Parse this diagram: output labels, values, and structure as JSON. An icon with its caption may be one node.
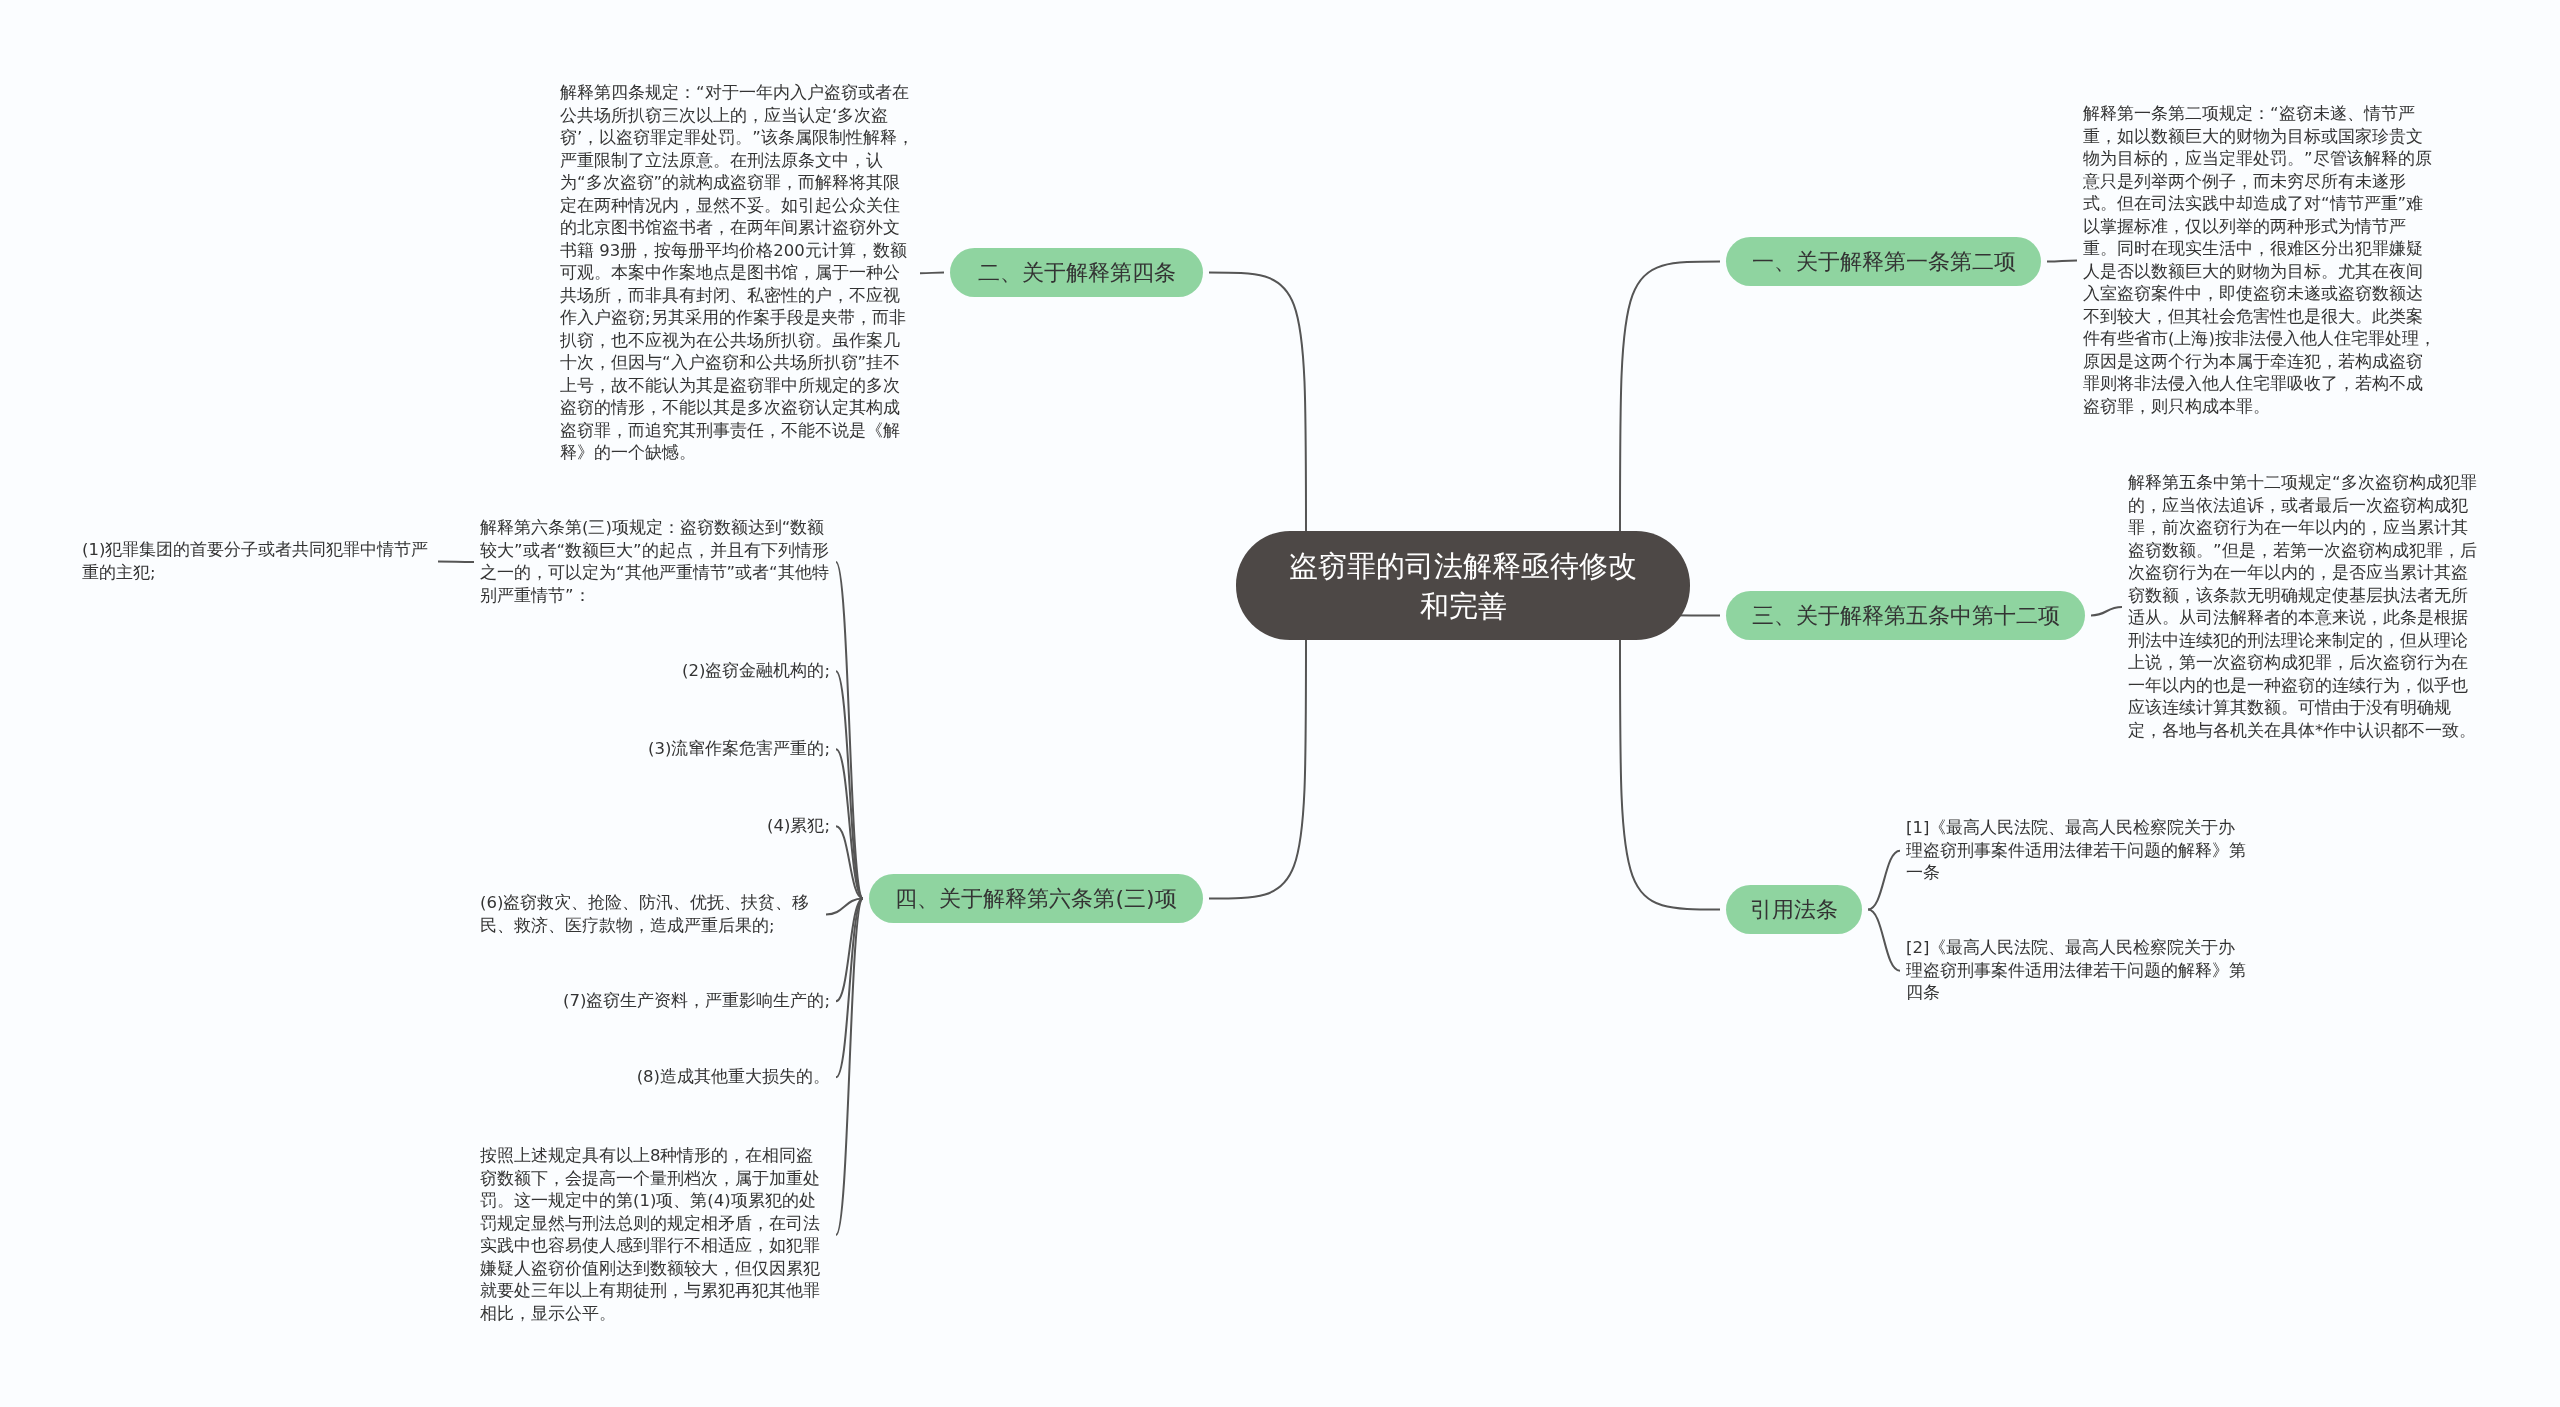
{
  "diagram": {
    "nodes": [
      {
        "text": [
          "盗窃罪的司法解释亟待修改和完善"
        ]
      },
      {
        "text": [
          "二、关于解释第四条"
        ]
      },
      {
        "text": [
          "解释第四条规定：“对于一年内入户盗窃或者在公共场所扒窃三次以上的，应当认定‘多次盗窃’，以盗窃罪定罪处罚。”该条属限制性解释，严重限制了立法原意。在刑法原条文中，认为“多次盗窃”的就构成盗窃罪，而解释将其限定在两种情况内，显然不妥。如引起公众关住的北京图书馆盗书者，在两年间累计盗窃外文书籍 93册，按每册平均价格200元计算，数额可观。本案中作案地点是图书馆，属于一种公共场所，而非具有封闭、私密性的户，不应视作入户盗窃;另其采用的作案手段是夹带，而非扒窃，也不应视为在公共场所扒窃。虽作案几十次，但因与“入户盗窃和公共场所扒窃”挂不上号，故不能认为其是盗窃罪中所规定的多次盗窃的情形，不能以其是多次盗窃认定其构成盗窃罪，而追究其刑事责任，不能不说是《解释》的一个缺憾。"
        ]
      },
      {
        "text": [
          "一、关于解释第一条第二项"
        ]
      },
      {
        "text": [
          "解释第一条第二项规定：“盗窃未遂、情节严重，如以数额巨大的财物为目标或国家珍贵文物为目标的，应当定罪处罚。”尽管该解释的原意只是列举两个例子，而未穷尽所有未遂形式。但在司法实践中却造成了对“情节严重”难以掌握标准，仅以列举的两种形式为情节严重。同时在现实生活中，很难区分出犯罪嫌疑人是否以数额巨大的财物为目标。尤其在夜间入室盗窃案件中，即使盗窃未遂或盗窃数额达不到较大，但其社会危害性也是很大。此类案件有些省市(上海)按非法侵入他人住宅罪处理，原因是这两个行为本属于牵连犯，若构成盗窃罪则将非法侵入他人住宅罪吸收了，若构不成盗窃罪，则只构成本罪。"
        ]
      },
      {
        "text": [
          "三、关于解释第五条中第十二项"
        ]
      },
      {
        "text": [
          "解释第五条中第十二项规定“多次盗窃构成犯罪的，应当依法追诉，或者最后一次盗窃构成犯罪，前次盗窃行为在一年以内的，应当累计其盗窃数额。”但是，若第一次盗窃构成犯罪，后次盗窃行为在一年以内的，是否应当累计其盗窃数额，该条款无明确规定使基层执法者无所适从。从司法解释者的本意来说，此条是根据刑法中连续犯的刑法理论来制定的，但从理论上说，第一次盗窃构成犯罪，后次盗窃行为在一年以内的也是一种盗窃的连续行为，似乎也应该连续计算其数额。可惜由于没有明确规定，各地与各机关在具体*作中认识都不一致。"
        ]
      },
      {
        "text": [
          "引用法条"
        ]
      },
      {
        "text": [
          "[1]《最高人民法院、最高人民检察院关于办理盗窃刑事案件适用法律若干问题的解释》第一条"
        ]
      },
      {
        "text": [
          "[2]《最高人民法院、最高人民检察院关于办理盗窃刑事案件适用法律若干问题的解释》第四条"
        ]
      },
      {
        "text": [
          "四、关于解释第六条第(三)项"
        ]
      },
      {
        "text": [
          "解释第六条第(三)项规定：盗窃数额达到“数额较大”或者“数额巨大”的起点，并且有下列情形之一的，可以定为“其他严重情节”或者“其他特别严重情节”："
        ]
      },
      {
        "text": [
          "(1)犯罪集团的首要分子或者共同犯罪中情节严重的主犯;"
        ]
      },
      {
        "text": [
          "(2)盗窃金融机构的;"
        ]
      },
      {
        "text": [
          "(3)流窜作案危害严重的;"
        ]
      },
      {
        "text": [
          "(4)累犯;"
        ]
      },
      {
        "text": [
          "(6)盗窃救灾、抢险、防汛、优抚、扶贫、移民、救济、医疗款物，造成严重后果的;"
        ]
      },
      {
        "text": [
          "(7)盗窃生产资料，严重影响生产的;"
        ]
      },
      {
        "text": [
          "(8)造成其他重大损失的。"
        ]
      },
      {
        "text": [
          "按照上述规定具有以上8种情形的，在相同盗窃数额下，会提高一个量刑档次，属于加重处罚。这一规定中的第(1)项、第(4)项累犯的处罚规定显然与刑法总则的规定相矛盾，在司法实践中也容易使人感到罪行不相适应，如犯罪嫌疑人盗窃价值刚达到数额较大，但仅因累犯就要处三年以上有期徒刑，与累犯再犯其他罪相比，显示公平。"
        ]
      }
    ],
    "edges": [
      {
        "from": 0,
        "to": 1,
        "arrow": "none"
      },
      {
        "from": 1,
        "to": 2,
        "arrow": "none"
      },
      {
        "from": 0,
        "to": 3,
        "arrow": "none"
      },
      {
        "from": 3,
        "to": 4,
        "arrow": "none"
      },
      {
        "from": 0,
        "to": 5,
        "arrow": "none"
      },
      {
        "from": 5,
        "to": 6,
        "arrow": "none"
      },
      {
        "from": 0,
        "to": 7,
        "arrow": "none"
      },
      {
        "from": 7,
        "to": 8,
        "arrow": "none"
      },
      {
        "from": 7,
        "to": 9,
        "arrow": "none"
      },
      {
        "from": 0,
        "to": 10,
        "arrow": "none"
      },
      {
        "from": 10,
        "to": 11,
        "arrow": "none"
      },
      {
        "from": 11,
        "to": 12,
        "arrow": "none"
      },
      {
        "from": 10,
        "to": 13,
        "arrow": "none"
      },
      {
        "from": 10,
        "to": 14,
        "arrow": "none"
      },
      {
        "from": 10,
        "to": 15,
        "arrow": "none"
      },
      {
        "from": 10,
        "to": 16,
        "arrow": "none"
      },
      {
        "from": 10,
        "to": 17,
        "arrow": "none"
      },
      {
        "from": 10,
        "to": 18,
        "arrow": "none"
      },
      {
        "from": 10,
        "to": 19,
        "arrow": "none"
      }
    ]
  }
}
